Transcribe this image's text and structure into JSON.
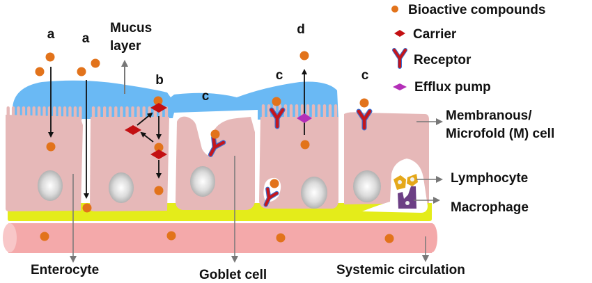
{
  "figure": {
    "pathway_labels": {
      "a1": "a",
      "a2": "a",
      "b": "b",
      "c_mucus": "c",
      "c_goblet": "c",
      "c_m": "c",
      "d": "d"
    },
    "legend": [
      {
        "symbol": "bioactive-compound",
        "label": "Bioactive compounds"
      },
      {
        "symbol": "carrier",
        "label": "Carrier"
      },
      {
        "symbol": "receptor",
        "label": "Receptor"
      },
      {
        "symbol": "efflux-pump",
        "label": "Efflux pump"
      }
    ],
    "structure_labels": {
      "mucus_line1": "Mucus",
      "mucus_line2": "layer",
      "m_cell_line1": "Membranous/",
      "m_cell_line2": "Microfold (M) cell",
      "lymphocyte": "Lymphocyte",
      "macrophage": "Macrophage",
      "enterocyte": "Enterocyte",
      "goblet": "Goblet cell",
      "circulation": "Systemic circulation"
    },
    "colors": {
      "compound": "#e2731b",
      "carrier": "#c30f12",
      "receptor": "#c4161c",
      "receptor_outline": "#3b6fd0",
      "efflux": "#b42fb8",
      "mucus": "#6ab9f4",
      "cell": "#e6b8b8",
      "basement": "#e4ec1a",
      "vessel": "#f4a9aa",
      "lymphocyte": "#e5a81a",
      "macrophage": "#6c3f85",
      "pointer": "#777777"
    }
  }
}
